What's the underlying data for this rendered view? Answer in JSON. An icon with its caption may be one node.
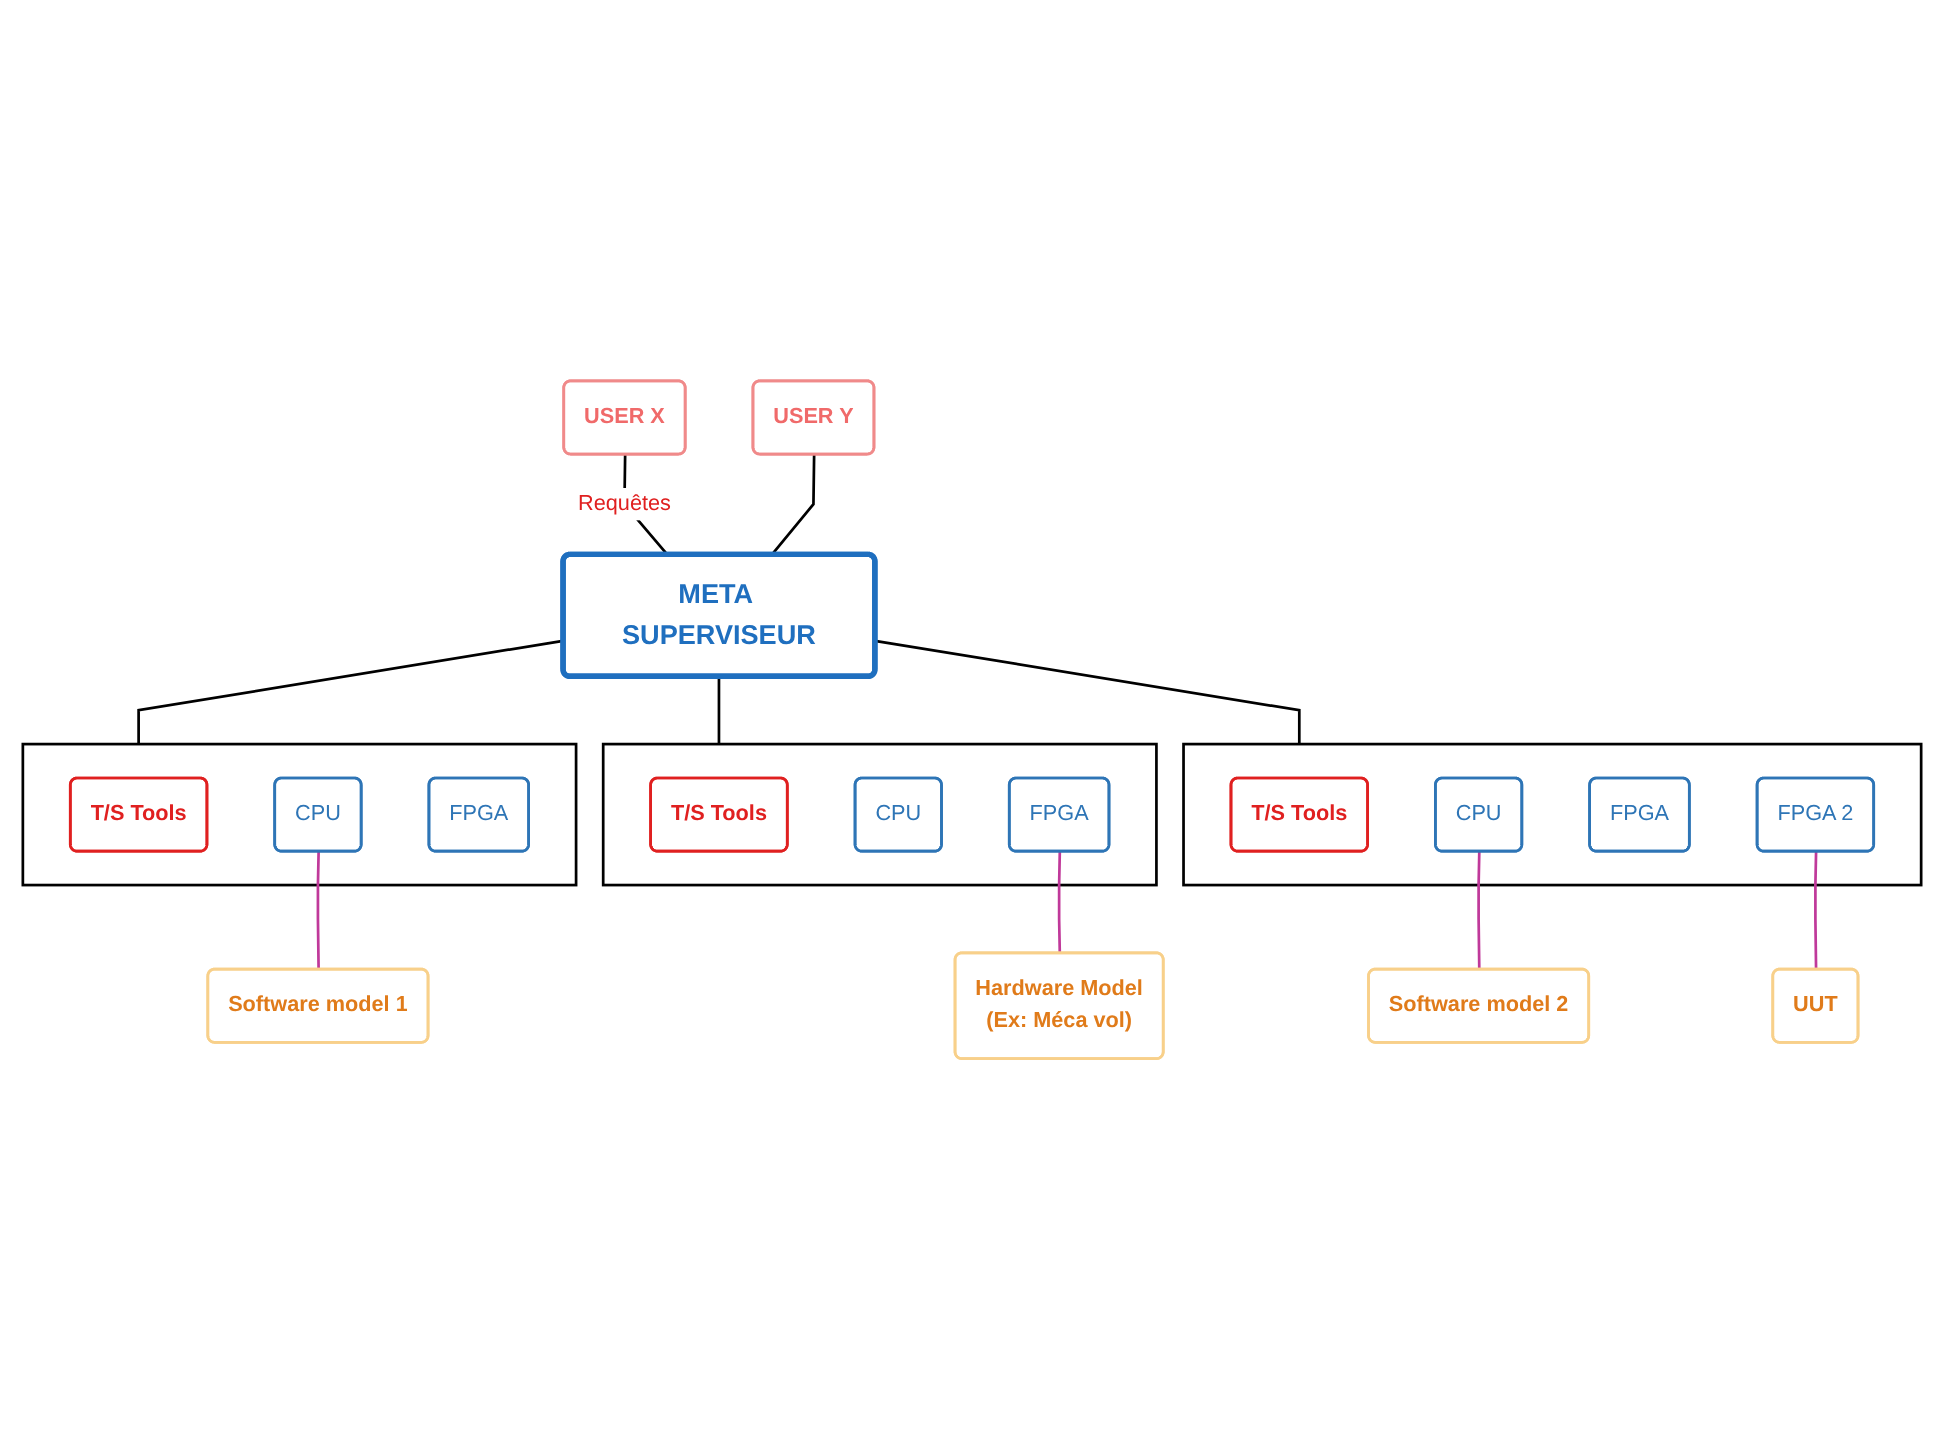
{
  "diagram": {
    "nodes": [
      {
        "text": [
          "USER X"
        ]
      },
      {
        "text": [
          "USER Y"
        ]
      },
      {
        "text": [
          "META SUPERVISEUR"
        ]
      },
      {
        "text": [],
        "shape": "box"
      },
      {
        "text": [
          "T/S Tools"
        ],
        "in": 3
      },
      {
        "text": [
          "CPU"
        ],
        "in": 3
      },
      {
        "text": [
          "FPGA"
        ],
        "in": 3
      },
      {
        "text": [
          "Software model 1"
        ]
      },
      {
        "text": [],
        "shape": "box"
      },
      {
        "text": [
          "T/S Tools"
        ],
        "in": 8
      },
      {
        "text": [
          "CPU"
        ],
        "in": 8
      },
      {
        "text": [
          "FPGA"
        ],
        "in": 8
      },
      {
        "text": [
          "Hardware Model",
          "(Ex: Méca vol)"
        ]
      },
      {
        "text": [],
        "shape": "box"
      },
      {
        "text": [
          "T/S Tools"
        ],
        "in": 13
      },
      {
        "text": [
          "CPU"
        ],
        "in": 13
      },
      {
        "text": [
          "FPGA"
        ],
        "in": 13
      },
      {
        "text": [
          "FPGA 2"
        ],
        "in": 13
      },
      {
        "text": [
          "Software model 2"
        ]
      },
      {
        "text": [
          "UUT"
        ]
      }
    ],
    "edges": [
      {
        "from": 0,
        "to": 2,
        "arrow": "none",
        "label": "Requêtes"
      },
      {
        "from": 1,
        "to": 2,
        "arrow": "none"
      },
      {
        "from": 2,
        "to": 3,
        "arrow": "none"
      },
      {
        "from": 2,
        "to": 8,
        "arrow": "none"
      },
      {
        "from": 2,
        "to": 13,
        "arrow": "none"
      },
      {
        "from": 5,
        "to": 7,
        "arrow": "none",
        "color": "#c0399a"
      },
      {
        "from": 11,
        "to": 12,
        "arrow": "none",
        "color": "#c0399a"
      },
      {
        "from": 15,
        "to": 18,
        "arrow": "none",
        "color": "#c0399a"
      },
      {
        "from": 17,
        "to": 19,
        "arrow": "none",
        "color": "#c0399a"
      }
    ]
  }
}
